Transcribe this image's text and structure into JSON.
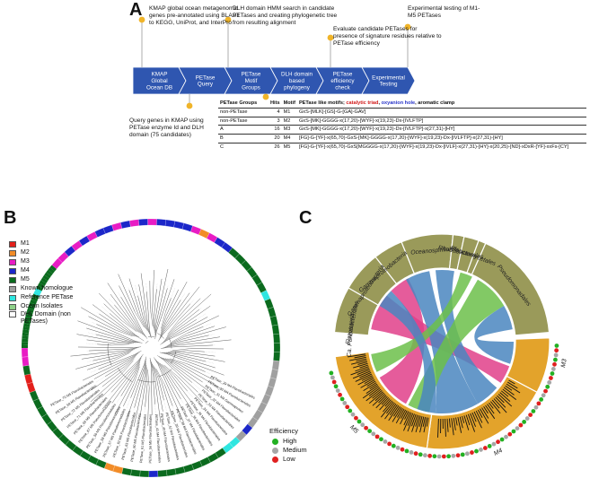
{
  "panels": {
    "a": "A",
    "b": "B",
    "c": "C"
  },
  "pipeline": {
    "steps": [
      "KMAP Global Ocean DB",
      "PETase Query",
      "PETase Motif Groups",
      "DLH domain based phylogeny",
      "PETase efficiency check",
      "Experimental Testing"
    ],
    "annotations": {
      "kmap_db": "KMAP global ocean metagenomic genes pre-annotated using BLAST to KEGG, UniProt, and InterPro",
      "dlh_hmm": "DLH domain HMM search in candidate PETases and creating phylogenetic tree from resulting alignment",
      "evaluate": "Evaluate candidate PETases for presence of signature residues relative to PETase efficiency",
      "experimental": "Experimental testing of M1-M5 PETases",
      "query": "Query genes in KMAP using PETase enzyme Id and DLH domain (75 candidates)"
    },
    "colors": {
      "arrow": "#2f56b0",
      "pin": "#f0b429",
      "pin_line": "#999999"
    }
  },
  "motif_table": {
    "headers": {
      "groups": "PETase Groups",
      "hits": "Hits",
      "motif": "Motif",
      "desc_prefix": "PETase like motifs; ",
      "triad": "catalytic triad",
      "sep": ", ",
      "hole": "oxyanion hole",
      "clamp": ", aromatic clamp"
    },
    "rows": [
      {
        "group": "non-PETase",
        "hits": "4",
        "motif": "M1",
        "pattern": "GxS-[MLK]-[GS]-G-[GA]-GAV]"
      },
      {
        "group": "non-PETase",
        "hits": "3",
        "motif": "M2",
        "pattern": "GxS-[MK]-GGGG-x(17,20)-[WYF]-x(19,23)-Dx-[IVLFTP]"
      },
      {
        "group": "A",
        "hits": "16",
        "motif": "M3",
        "pattern": "GxS-[MK]-GGGG-x(17,20)-[WYF]-x(19,23)-Dx-[IVLFTP]-x(27,31)-[HY]"
      },
      {
        "group": "B",
        "hits": "20",
        "motif": "M4",
        "pattern": "[FG]-G-[YF]-x(65,70)-GxS-[MK]-GGGG-x(17,20)-[WYF]-x(19,23)-Dx-[IVLFTP]-x(27,31)-[HY]"
      },
      {
        "group": "C",
        "hits": "26",
        "motif": "M5",
        "pattern": "[FG]-G-[YF]-x(65,70)-GxS[MGGGG-x(17,20)-[WYF]-x(19,23)-Dx-[IVLF]-x(27,31)-[HY]-x(20,25)-[ND]-xDxR-[YF]-xxFs-[CY]"
      }
    ]
  },
  "tree_legend": {
    "items": [
      {
        "label": "M1",
        "color": "#e3201b"
      },
      {
        "label": "M2",
        "color": "#f28c28"
      },
      {
        "label": "M3",
        "color": "#e81cc4"
      },
      {
        "label": "M4",
        "color": "#1c27c9"
      },
      {
        "label": "M5",
        "color": "#0b6b1e"
      },
      {
        "label": "Known homologue",
        "color": "#a0a0a0"
      },
      {
        "label": "Reference PETase",
        "color": "#2ee6e0"
      },
      {
        "label": "Ocean Isolates",
        "color": "#8fd18a"
      },
      {
        "label": "DHL Domain (non PETases)",
        "color": "#ffffff"
      }
    ]
  },
  "tree_labels": [
    "PETase_70 M5 Flavobacteriales",
    "PETase_69 M5 Flavobacteriales",
    "PETase_72 M5 Flavobacteriales",
    "PETase_71 M5 Flavobacteriales",
    "PETase_68 M5 Flavobacteriales",
    "PETase_67 M5 Pseudomonadales",
    "PETase_59 M5 Pseudomonadales",
    "PETase_58 M5 Pseudomonadales",
    "PETase_57 M5 Pseudomonadales",
    "PETase_62 M5 Flavobacteriales",
    "PETase_63 M5 Flavobacteriales",
    "PETase_60 M5 Flavobacteriales",
    "PETase_61 M5 Flavobacteriales",
    "PETase_56 M5 Flavobacteriales",
    "PETase_41 M4 Flavobacteriales",
    "PETase_40 M4 Flavobacteriales",
    "PETase_42 M4 Flavobacteriales",
    "PETase_39 M4 Flavobacteriales",
    "PETase_38 M4 Flavobacteriales",
    "PETase_37 M4 Flavobacteriales",
    "PETase_36 M4 Flavobacteriales",
    "PETase_35 M4 Flavobacteriales",
    "PETase_34 M4 Flavobacteriales",
    "PETase_33 M4 Flavobacteriales",
    "PETase_32 M4 Flavobacteriales",
    "PETase_31 M4 Gammaproteo",
    "PETase_30 M4 Flavobacteriales",
    "PETase_29 M4 Flavobacteriales"
  ],
  "chord": {
    "orders": [
      "Oceanospirillales",
      "Rhodobacterales",
      "Planctomycetales",
      "Pseudomonadales",
      "Gammaproteobacteria",
      "Gammaproteobacteria",
      "Flavobacteriales",
      "Ca. Poribacteria"
    ],
    "groups": [
      "M3",
      "M4",
      "M5"
    ],
    "colors": {
      "outer": "#9a9a5a",
      "inner": "#e3a32b",
      "pink": "#e0408a",
      "blue": "#4a86c0",
      "green": "#6cc04a"
    }
  },
  "efficiency_legend": {
    "title": "Efficiency",
    "items": [
      {
        "label": "High",
        "color": "#22b022"
      },
      {
        "label": "Medium",
        "color": "#a6a6a6"
      },
      {
        "label": "Low",
        "color": "#e02020"
      }
    ]
  }
}
